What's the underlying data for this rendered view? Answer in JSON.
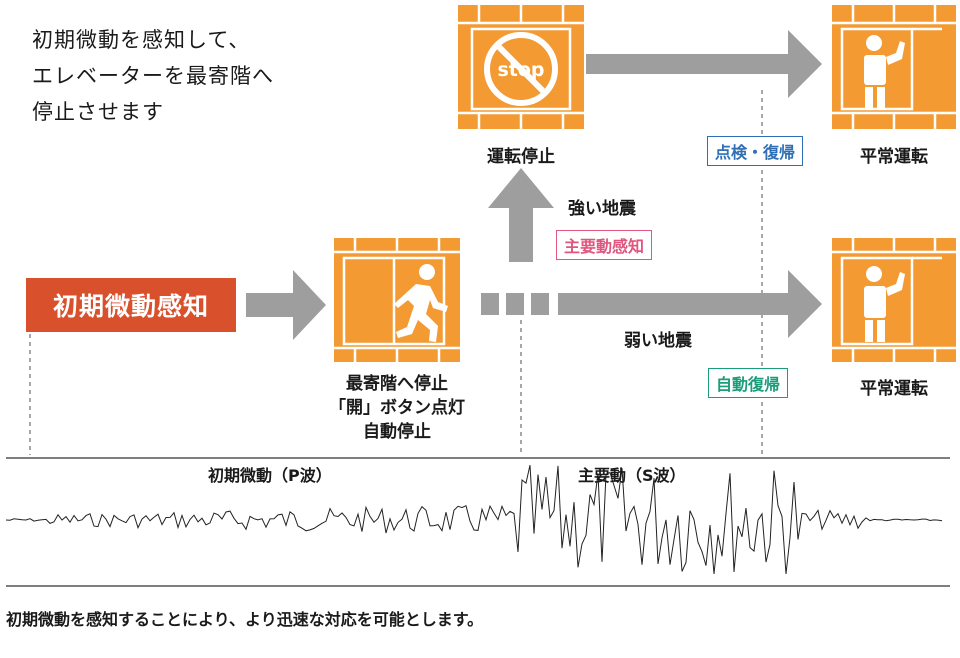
{
  "intro": {
    "line1": "初期微動を感知して、",
    "line2": "エレベーターを最寄階へ",
    "line3": "停止させます"
  },
  "detection": {
    "label": "初期微動感知"
  },
  "elevators": {
    "stop_label": "運転停止",
    "stop_icon_text": "stop",
    "nearest_floor": {
      "line1": "最寄階へ停止",
      "line2": "「開」ボタン点灯",
      "line3": "自動停止"
    },
    "normal_top_label": "平常運転",
    "normal_bottom_label": "平常運転"
  },
  "branches": {
    "strong": {
      "label": "強い地震",
      "badge": "主要動感知"
    },
    "weak": {
      "label": "弱い地震"
    }
  },
  "badges": {
    "inspect": "点検・復帰",
    "auto": "自動復帰"
  },
  "waveform": {
    "p_wave": "初期微動（P波）",
    "s_wave": "主要動（S波）"
  },
  "caption": "初期微動を感知することにより、より迅速な対応を可能とします。",
  "colors": {
    "orange": "#f39a32",
    "red": "#d9512c",
    "gray": "#9e9e9e",
    "blue": "#2f6fb5",
    "pink": "#e0567f",
    "green": "#1a9d7a"
  }
}
